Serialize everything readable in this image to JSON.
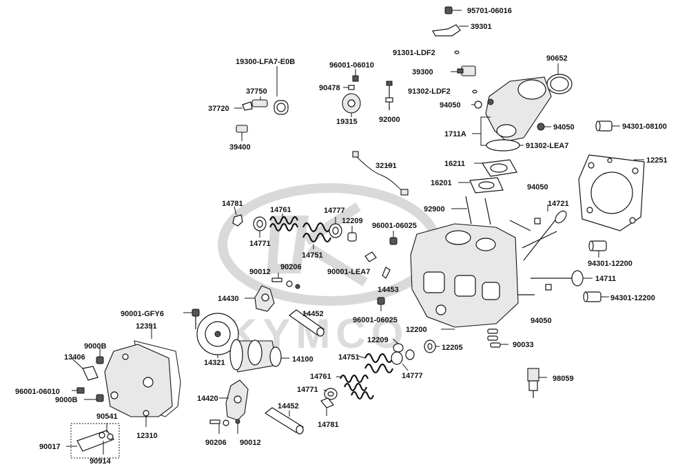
{
  "brand_watermark": "KYMCO",
  "labels": {
    "p95701_06016": "95701-06016",
    "p39301": "39301",
    "p91301_ldf2": "91301-LDF2",
    "p90652": "90652",
    "p39300": "39300",
    "p91302_ldf2": "91302-LDF2",
    "p94050_top": "94050",
    "p94050_b": "94050",
    "p94301_08100": "94301-08100",
    "p1711a": "1711A",
    "p91302_lea7": "91302-LEA7",
    "p12251": "12251",
    "p19300": "19300-LFA7-E0B",
    "p96001_06010_top": "96001-06010",
    "p90478": "90478",
    "p37750": "37750",
    "p37720": "37720",
    "p19315": "19315",
    "p92000": "92000",
    "p39400": "39400",
    "p32101": "32101",
    "p16211": "16211",
    "p16201": "16201",
    "p94050_c": "94050",
    "p14721": "14721",
    "p92900": "92900",
    "p14781_top": "14781",
    "p14761_top": "14761",
    "p14777_top": "14777",
    "p12209_top": "12209",
    "p96001_06025_top": "96001-06025",
    "p14771_top": "14771",
    "p14751_top": "14751",
    "p90001_lea7": "90001-LEA7",
    "p94301_12200_a": "94301-12200",
    "p90012_top": "90012",
    "p90206_top": "90206",
    "p14711": "14711",
    "p14430": "14430",
    "p14453": "14453",
    "p94301_12200_b": "94301-12200",
    "p90001_gfy6": "90001-GFY6",
    "p14452_top": "14452",
    "p96001_06025_b": "96001-06025",
    "p94050_d": "94050",
    "p12391": "12391",
    "p12200": "12200",
    "p12209_b": "12209",
    "p12205": "12205",
    "p90033": "90033",
    "p9000b_top": "9000B",
    "p13406": "13406",
    "p14321": "14321",
    "p14100": "14100",
    "p14751_b": "14751",
    "p14777_b": "14777",
    "p98059": "98059",
    "p14761_b": "14761",
    "p96001_06010_b": "96001-06010",
    "p9000b_b": "9000B",
    "p14771_b": "14771",
    "p14420": "14420",
    "p14452_b": "14452",
    "p14781_b": "14781",
    "p90541": "90541",
    "p90017": "90017",
    "p12310": "12310",
    "p90206_b": "90206",
    "p90012_b": "90012",
    "p90914": "90914"
  }
}
